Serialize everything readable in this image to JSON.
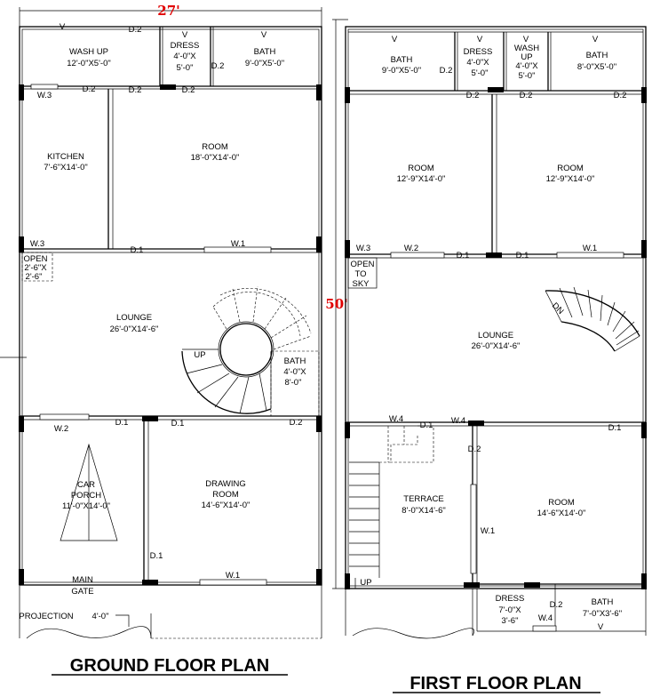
{
  "dimensions": {
    "width_label": "27'",
    "length_label": "50'"
  },
  "ground_floor": {
    "title": "GROUND FLOOR PLAN",
    "wash_up": {
      "name": "WASH UP",
      "size": "12'-0\"X5'-0\""
    },
    "dress": {
      "name": "DRESS",
      "size1": "4'-0\"X",
      "size2": "5'-0\""
    },
    "bath": {
      "name": "BATH",
      "size": "9'-0\"X5'-0\""
    },
    "kitchen": {
      "name": "KITCHEN",
      "size": "7'-6\"X14'-0\""
    },
    "room": {
      "name": "ROOM",
      "size": "18'-0\"X14'-0\""
    },
    "lounge": {
      "name": "LOUNGE",
      "size": "26'-0\"X14'-6\""
    },
    "bath2": {
      "name": "BATH",
      "size1": "4'-0\"X",
      "size2": "8'-0\""
    },
    "open": {
      "line1": "OPEN",
      "line2": "2'-6\"X",
      "line3": "2'-6\""
    },
    "car_porch": {
      "line1": "CAR",
      "line2": "PORCH",
      "size": "11'-0\"X14'-0\""
    },
    "drawing_room": {
      "line1": "DRAWING",
      "line2": "ROOM",
      "size": "14'-6\"X14'-0\""
    },
    "main_gate": {
      "line1": "MAIN",
      "line2": "GATE"
    },
    "projection": {
      "label": "PROJECTION",
      "value": "4'-0\""
    },
    "stair_label": "UP",
    "tags": {
      "v": "V",
      "d1": "D.1",
      "d2": "D.2",
      "w1": "W.1",
      "w2": "W.2",
      "w3": "W.3"
    }
  },
  "first_floor": {
    "title": "FIRST FLOOR PLAN",
    "bath_left": {
      "name": "BATH",
      "size": "9'-0\"X5'-0\""
    },
    "dress": {
      "name": "DRESS",
      "size1": "4'-0\"X",
      "size2": "5'-0\""
    },
    "wash_up": {
      "line1": "WASH",
      "line2": "UP",
      "size1": "4'-0\"X",
      "size2": "5'-0\""
    },
    "bath_right": {
      "name": "BATH",
      "size": "8'-0\"X5'-0\""
    },
    "room_left": {
      "name": "ROOM",
      "size": "12'-9\"X14'-0\""
    },
    "room_right": {
      "name": "ROOM",
      "size": "12'-9\"X14'-0\""
    },
    "open_to_sky": {
      "line1": "OPEN",
      "line2": "TO",
      "line3": "SKY"
    },
    "lounge": {
      "name": "LOUNGE",
      "size": "26'-0\"X14'-6\""
    },
    "terrace": {
      "name": "TERRACE",
      "size": "8'-0\"X14'-6\""
    },
    "room_front": {
      "name": "ROOM",
      "size": "14'-6\"X14'-0\""
    },
    "dress2": {
      "name": "DRESS",
      "size1": "7'-0\"X",
      "size2": "3'-6\""
    },
    "bath2": {
      "name": "BATH",
      "size": "7'-0\"X3'-6\""
    },
    "stair_down": "DN",
    "stair_up": "UP",
    "tags": {
      "v": "V",
      "d1": "D.1",
      "d2": "D.2",
      "w1": "W.1",
      "w2": "W.2",
      "w3": "W.3",
      "w4": "W.4"
    }
  }
}
